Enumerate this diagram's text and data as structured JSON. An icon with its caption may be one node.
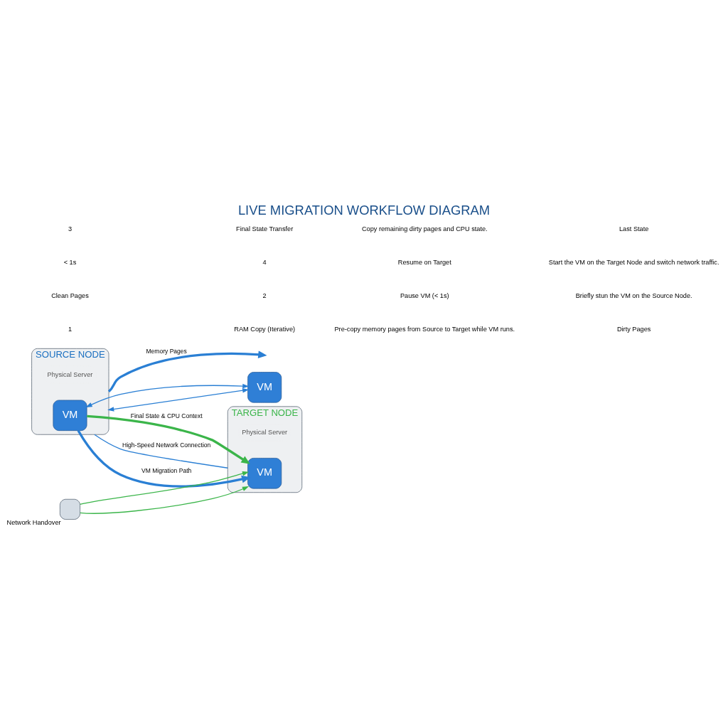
{
  "diagram": {
    "title": "LIVE MIGRATION WORKFLOW DIAGRAM",
    "nodes": [
      {
        "text": [
          "SOURCE NODE"
        ]
      },
      {
        "text": [
          "Physical Server"
        ],
        "in": 0
      },
      {
        "text": [
          "VM"
        ],
        "in": 0
      },
      {
        "text": [
          "TARGET NODE"
        ]
      },
      {
        "text": [
          "Physical Server"
        ],
        "in": 3
      },
      {
        "text": [
          "VM"
        ],
        "in": 3
      },
      {
        "text": [
          "VM"
        ]
      },
      {
        "text": [],
        "shape": "box",
        "beside": [
          "Network Handover"
        ]
      }
    ],
    "edges": [
      {
        "from": 0,
        "to": null,
        "arrow": "to",
        "label": "Memory Pages",
        "style": "thick"
      },
      {
        "from": 0,
        "to": 6,
        "arrow": "both"
      },
      {
        "from": 6,
        "to": 2,
        "arrow": "both"
      },
      {
        "from": 2,
        "to": 5,
        "arrow": "to",
        "label": "VM Migration Path",
        "style": "thick"
      },
      {
        "from": 2,
        "to": 5,
        "arrow": "to",
        "label": "Final State & CPU Context",
        "style": "thick",
        "color": "#3bb54a"
      },
      {
        "from": 7,
        "to": 5,
        "arrow": "to",
        "color": "#3bb54a"
      },
      {
        "from": 7,
        "to": 5,
        "arrow": "to",
        "color": "#3bb54a"
      },
      {
        "from": 0,
        "to": 3,
        "arrow": "none",
        "label": "High-Speed Network Connection"
      }
    ],
    "labels": [
      "1",
      "RAM Copy (Iterative)",
      "Pre-copy memory pages from Source to Target while VM runs.",
      "Dirty Pages",
      "Clean Pages",
      "2",
      "Pause VM (< 1s)",
      "Briefly stun the VM on the Source Node.",
      "< 1s",
      "4",
      "Resume on Target",
      "Start the VM on the Target Node and switch network traffic.",
      "3",
      "Final State Transfer",
      "Copy remaining dirty pages and CPU state.",
      "Last State"
    ]
  }
}
